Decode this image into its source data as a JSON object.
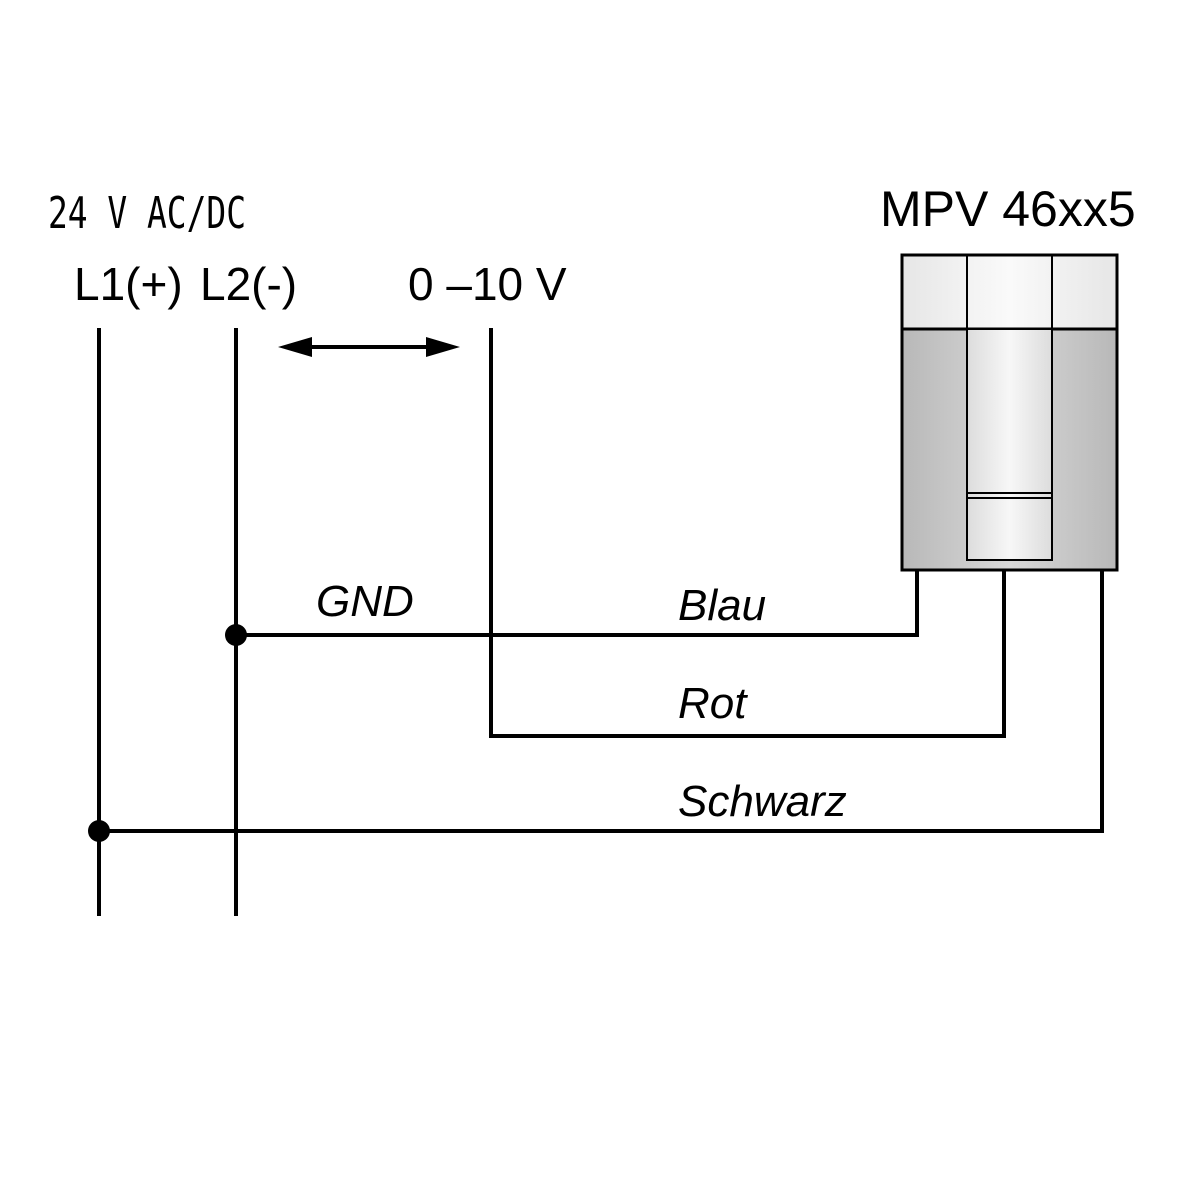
{
  "supply": {
    "voltage_label": "24  V AC/DC",
    "l1_label": "L1(+)",
    "l2_label": "L2(-)"
  },
  "signal": {
    "label": "0 –10 V"
  },
  "device": {
    "name": "MPV 46xx5"
  },
  "wires": {
    "gnd_label": "GND",
    "blue_label": "Blau",
    "red_label": "Rot",
    "black_label": "Schwarz"
  },
  "colors": {
    "line": "#000000",
    "device_top": "#f0f0f0",
    "device_body": "#cfcfcf",
    "device_slot": "#e8e8e8"
  }
}
